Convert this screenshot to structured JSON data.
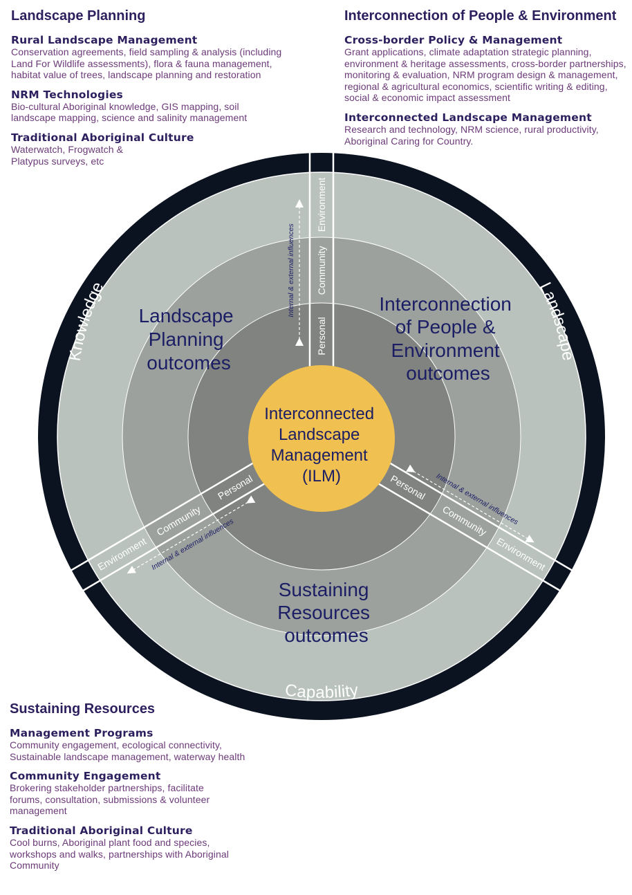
{
  "top_left": {
    "title": "Landscape Planning",
    "sections": [
      {
        "heading": "Rural Landscape Management",
        "text": "Conservation agreements, field sampling & analysis (including Land For Wildlife assessments), flora & fauna management, habitat value of trees, landscape planning and restoration"
      },
      {
        "heading": "NRM Technologies",
        "text": "Bio-cultural Aboriginal knowledge, GIS mapping, soil landscape mapping, science and salinity management"
      },
      {
        "heading": "Traditional Aboriginal Culture",
        "text": "Waterwatch, Frogwatch & Platypus surveys, etc"
      }
    ]
  },
  "top_right": {
    "title": "Interconnection of People & Environment",
    "sections": [
      {
        "heading": "Cross-border Policy & Management",
        "text": "Grant applications, climate adaptation strategic planning, environment & heritage assessments, cross-border partnerships, monitoring & evaluation, NRM program design & management, regional & agricultural economics, scientific writing & editing, social & economic impact assessment"
      },
      {
        "heading": "Interconnected Landscape Management",
        "text": "Research and technology, NRM science, rural productivity, Aboriginal Caring for Country."
      }
    ]
  },
  "bottom_left": {
    "title": "Sustaining Resources",
    "sections": [
      {
        "heading": "Management Programs",
        "text": "Community engagement, ecological connectivity, Sustainable landscape management, waterway health"
      },
      {
        "heading": "Community Engagement",
        "text": "Brokering stakeholder partnerships, facilitate forums, consultation, submissions & volunteer management"
      },
      {
        "heading": "Traditional Aboriginal Culture",
        "text": "Cool burns, Aboriginal plant food and species, workshops and walks, partnerships with Aboriginal Community"
      }
    ]
  },
  "diagram": {
    "center": [
      "Interconnected",
      "Landscape",
      "Management",
      "(ILM)"
    ],
    "ring_labels": {
      "knowledge": "Knowledge",
      "landscape": "Landscape",
      "capability": "Capability"
    },
    "outcomes": {
      "landscape_planning": [
        "Landscape",
        "Planning",
        "outcomes"
      ],
      "interconnection": [
        "Interconnection",
        "of People &",
        "Environment",
        "outcomes"
      ],
      "sustaining": [
        "Sustaining",
        "Resources",
        "outcomes"
      ]
    },
    "level_labels": [
      "Personal",
      "Community",
      "Environment"
    ],
    "influence_label": "Internal & external influences",
    "colors": {
      "outer_ring": "#0b1320",
      "environment_ring": "#b9c2bd",
      "community_ring": "#9da19d",
      "personal_ring": "#80837f",
      "center": "#f0c050",
      "title_text": "#1b1e64",
      "heading_text": "#2d1f5e",
      "body_text": "#6b3a78"
    }
  }
}
